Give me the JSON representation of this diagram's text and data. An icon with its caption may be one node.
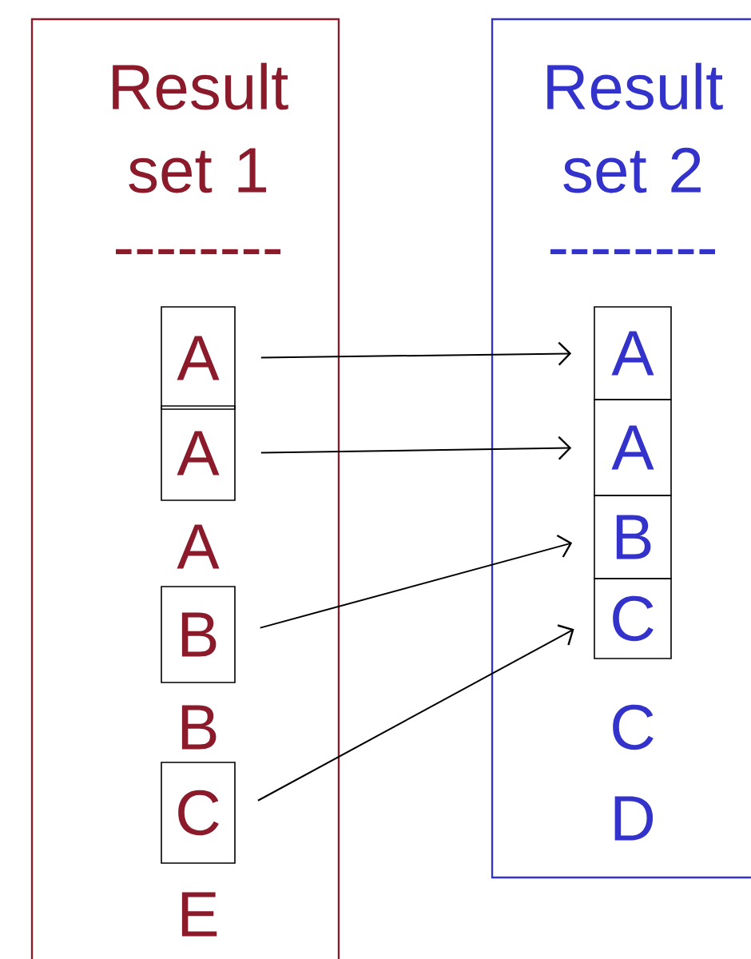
{
  "diagram": {
    "nodes": [
      {
        "text": [
          "Result set 1",
          "--------"
        ]
      },
      {
        "text": [
          "A"
        ],
        "in": 0
      },
      {
        "text": [
          "A"
        ],
        "in": 0
      },
      {
        "text": [
          "B"
        ],
        "in": 0
      },
      {
        "text": [
          "C"
        ],
        "in": 0
      },
      {
        "text": [
          "Result set 2",
          "--------"
        ]
      },
      {
        "text": [
          "A"
        ],
        "in": 5
      },
      {
        "text": [
          "A"
        ],
        "in": 5
      },
      {
        "text": [
          "B"
        ],
        "in": 5
      },
      {
        "text": [
          "C"
        ],
        "in": 5
      }
    ],
    "edges": [
      {
        "from": 1,
        "to": 6,
        "arrow": "to"
      },
      {
        "from": 2,
        "to": 7,
        "arrow": "to"
      },
      {
        "from": 3,
        "to": 8,
        "arrow": "to"
      },
      {
        "from": 4,
        "to": 9,
        "arrow": "to"
      }
    ],
    "labels": [
      "A",
      "B",
      "E",
      "C",
      "D"
    ]
  }
}
